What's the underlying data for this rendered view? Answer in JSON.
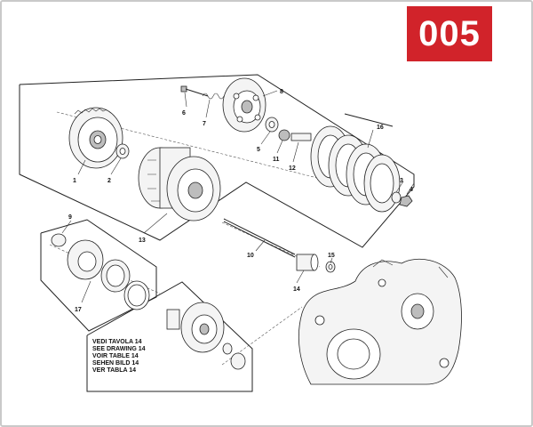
{
  "badge": {
    "text": "005",
    "color": "#d1232a"
  },
  "callouts": [
    "1",
    "2",
    "3",
    "4",
    "5",
    "6",
    "7",
    "8",
    "9",
    "10",
    "11",
    "12",
    "13",
    "14",
    "15",
    "16",
    "17"
  ],
  "note_lines": [
    "VEDI TAVOLA 14",
    "SEE DRAWING 14",
    "VOIR TABLE 14",
    "SEHEN BILD 14",
    "VER TABLA 14"
  ]
}
